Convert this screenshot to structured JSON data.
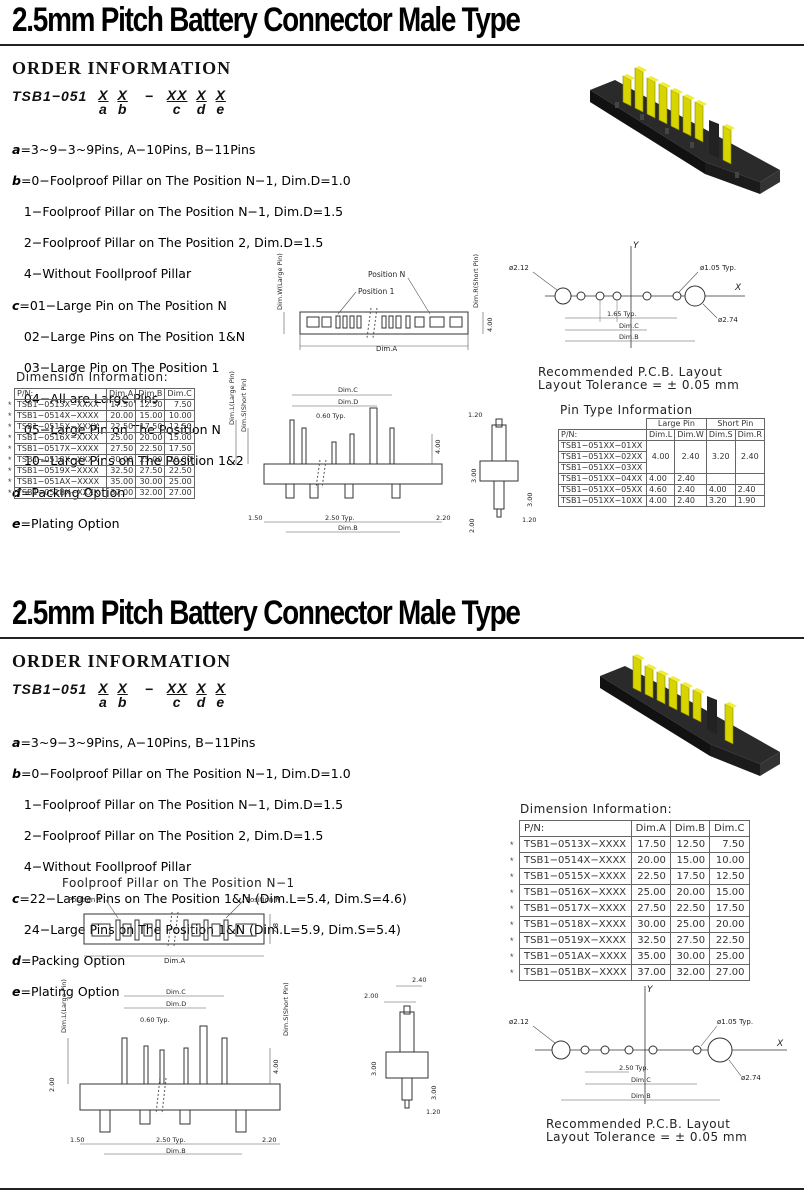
{
  "section1": {
    "title": "2.5mm Pitch Battery Connector Male Type",
    "order_heading": "ORDER INFORMATION",
    "part_code": "TSB1−051",
    "codes": [
      {
        "top": "X",
        "bottom": "a"
      },
      {
        "top": "X",
        "bottom": "b"
      },
      {
        "top": "XX",
        "bottom": "c"
      },
      {
        "top": "X",
        "bottom": "d"
      },
      {
        "top": "X",
        "bottom": "e"
      }
    ],
    "dash": "−",
    "options": [
      {
        "key": "a",
        "text": "=3~9−3~9Pins, A−10Pins, B−11Pins"
      },
      {
        "key": "b",
        "text": "=0−Foolproof Pillar on The Position N−1, Dim.D=1.0"
      },
      {
        "key": "",
        "text": "   1−Foolproof Pillar on The Position N−1, Dim.D=1.5"
      },
      {
        "key": "",
        "text": "   2−Foolproof Pillar on The Position 2, Dim.D=1.5"
      },
      {
        "key": "",
        "text": "   4−Without Foollproof Pillar"
      },
      {
        "key": "c",
        "text": "=01−Large Pin on The Position N"
      },
      {
        "key": "",
        "text": "   02−Large Pins on The Position 1&N"
      },
      {
        "key": "",
        "text": "   03−Large Pin on The Position 1"
      },
      {
        "key": "",
        "text": "   04−All are Large Pins"
      },
      {
        "key": "",
        "text": "   05−Large Pin on The Position N"
      },
      {
        "key": "",
        "text": "   10−Large Pins on The Position 1&2"
      },
      {
        "key": "d",
        "text": "=Packing Option"
      },
      {
        "key": "e",
        "text": "=Plating Option"
      }
    ],
    "dimension_title": "Dimension Information:",
    "dim_headers": [
      "P/N:",
      "Dim.A",
      "Dim.B",
      "Dim.C"
    ],
    "dim_rows": [
      [
        "TSB1−0513X−XXXX",
        "17.50",
        "12.50",
        "7.50"
      ],
      [
        "TSB1−0514X−XXXX",
        "20.00",
        "15.00",
        "10.00"
      ],
      [
        "TSB1−0515X−XXXX",
        "22.50",
        "17.50",
        "12.50"
      ],
      [
        "TSB1−0516X−XXXX",
        "25.00",
        "20.00",
        "15.00"
      ],
      [
        "TSB1−0517X−XXXX",
        "27.50",
        "22.50",
        "17.50"
      ],
      [
        "TSB1−0518X−XXXX",
        "30.00",
        "25.00",
        "20.00"
      ],
      [
        "TSB1−0519X−XXXX",
        "32.50",
        "27.50",
        "22.50"
      ],
      [
        "TSB1−051AX−XXXX",
        "35.00",
        "30.00",
        "25.00"
      ],
      [
        "TSB1−051BX−XXXX",
        "37.00",
        "32.00",
        "27.00"
      ]
    ],
    "star": "*",
    "pcb_label1": "Recommended  P.C.B.  Layout",
    "pcb_label2": "Layout  Tolerance  =  ±  0.05  mm",
    "pin_type_title": "Pin  Type  Information",
    "pin_groups": [
      "Large Pin",
      "Short Pin"
    ],
    "pin_headers": [
      "P/N:",
      "Dim.L",
      "Dim.W",
      "Dim.S",
      "Dim.R"
    ],
    "pin_rows_a": [
      "TSB1−051XX−01XX",
      "TSB1−051XX−02XX",
      "TSB1−051XX−03XX"
    ],
    "pin_vals_a": [
      "4.00",
      "2.40",
      "3.20",
      "2.40"
    ],
    "pin_rows_b": [
      [
        "TSB1−051XX−04XX",
        "4.00",
        "2.40",
        "",
        ""
      ],
      [
        "TSB1−051XX−05XX",
        "4.60",
        "2.40",
        "4.00",
        "2.40"
      ],
      [
        "TSB1−051XX−10XX",
        "4.00",
        "2.40",
        "3.20",
        "1.90"
      ]
    ],
    "drawing": {
      "pos_n": "Position  N",
      "pos_1": "Position  1",
      "dim_a": "Dim.A",
      "dim_b": "Dim.B",
      "dim_c": "Dim.C",
      "dim_d": "Dim.D",
      "dim_w": "Dim.W(Large Pin)",
      "dim_r": "Dim.R(Short Pin)",
      "dim_l": "Dim.L(Large Pin)",
      "dim_s": "Dim.S(Short Pin)",
      "v400": "4.00",
      "v060": "0.60 Typ.",
      "v150": "1.50",
      "v250": "2.50 Typ.",
      "v220": "2.20",
      "v300": "3.00",
      "v200": "2.00",
      "v120": "1.20",
      "v165": "1.65 Typ.",
      "phi212": "ø2.12",
      "phi105": "ø1.05 Typ.",
      "phi274": "ø2.74",
      "axis_x": "X",
      "axis_y": "Y"
    }
  },
  "section2": {
    "title": "2.5mm Pitch Battery Connector Male Type",
    "order_heading": "ORDER INFORMATION",
    "part_code": "TSB1−051",
    "codes": [
      {
        "top": "X",
        "bottom": "a"
      },
      {
        "top": "X",
        "bottom": "b"
      },
      {
        "top": "XX",
        "bottom": "c"
      },
      {
        "top": "X",
        "bottom": "d"
      },
      {
        "top": "X",
        "bottom": "e"
      }
    ],
    "dash": "−",
    "options": [
      {
        "key": "a",
        "text": "=3~9−3~9Pins, A−10Pins, B−11Pins"
      },
      {
        "key": "b",
        "text": "=0−Foolproof Pillar on The Position N−1, Dim.D=1.0"
      },
      {
        "key": "",
        "text": "   1−Foolproof Pillar on The Position N−1, Dim.D=1.5"
      },
      {
        "key": "",
        "text": "   2−Foolproof Pillar on The Position 2, Dim.D=1.5"
      },
      {
        "key": "",
        "text": "   4−Without Foollproof Pillar"
      },
      {
        "key": "c",
        "text": "=22−Large Pins on The Position 1&N (Dim.L=5.4, Dim.S=4.6)"
      },
      {
        "key": "",
        "text": "   24−Large Pins on The Position 1&N (Dim.L=5.9, Dim.S=5.4)"
      },
      {
        "key": "d",
        "text": "=Packing Option"
      },
      {
        "key": "e",
        "text": "=Plating Option"
      }
    ],
    "foolproof_title": "Foolproof  Pillar  on  The  Position  N−1",
    "dimension_title": "Dimension Information:",
    "dim_headers": [
      "P/N:",
      "Dim.A",
      "Dim.B",
      "Dim.C"
    ],
    "dim_rows": [
      [
        "TSB1−0513X−XXXX",
        "17.50",
        "12.50",
        "7.50"
      ],
      [
        "TSB1−0514X−XXXX",
        "20.00",
        "15.00",
        "10.00"
      ],
      [
        "TSB1−0515X−XXXX",
        "22.50",
        "17.50",
        "12.50"
      ],
      [
        "TSB1−0516X−XXXX",
        "25.00",
        "20.00",
        "15.00"
      ],
      [
        "TSB1−0517X−XXXX",
        "27.50",
        "22.50",
        "17.50"
      ],
      [
        "TSB1−0518X−XXXX",
        "30.00",
        "25.00",
        "20.00"
      ],
      [
        "TSB1−0519X−XXXX",
        "32.50",
        "27.50",
        "22.50"
      ],
      [
        "TSB1−051AX−XXXX",
        "35.00",
        "30.00",
        "25.00"
      ],
      [
        "TSB1−051BX−XXXX",
        "37.00",
        "32.00",
        "27.00"
      ]
    ],
    "star": "*",
    "pcb_label1": "Recommended   P.C.B.  Layout",
    "pcb_label2": "Layout  Tolerance  =  ±  0.05  mm",
    "drawing": {
      "pos_1": "Position  1",
      "pos_n": "Position  N",
      "v28": "2.8",
      "dim_a": "Dim.A",
      "dim_b": "Dim.B",
      "dim_c": "Dim.C",
      "dim_d": "Dim.D",
      "dim_l": "Dim.L(Large Pin)",
      "dim_s": "Dim.S(Short Pin)",
      "v060": "0.60 Typ.",
      "v400": "4.00",
      "v200": "2.00",
      "v150": "1.50",
      "v250": "2.50 Typ.",
      "v220": "2.20",
      "v240": "2.40",
      "v300": "3.00",
      "v120": "1.20",
      "phi212": "ø2.12",
      "phi105": "ø1.05 Typ.",
      "phi274": "ø2.74",
      "axis_x": "X",
      "axis_y": "Y"
    }
  }
}
